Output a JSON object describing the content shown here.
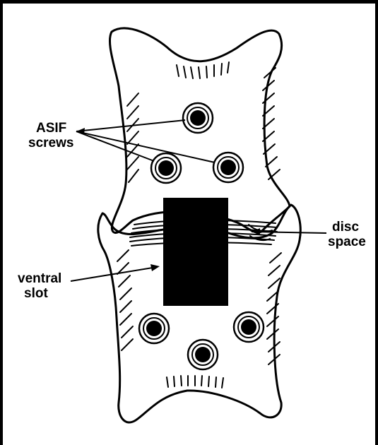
{
  "labels": {
    "asif_line1": "ASIF",
    "asif_line2": "screws",
    "disc_line1": "disc",
    "disc_line2": "space",
    "ventral_line1": "ventral",
    "ventral_line2": "slot"
  },
  "colors": {
    "ink": "#000000",
    "paper": "#ffffff"
  }
}
